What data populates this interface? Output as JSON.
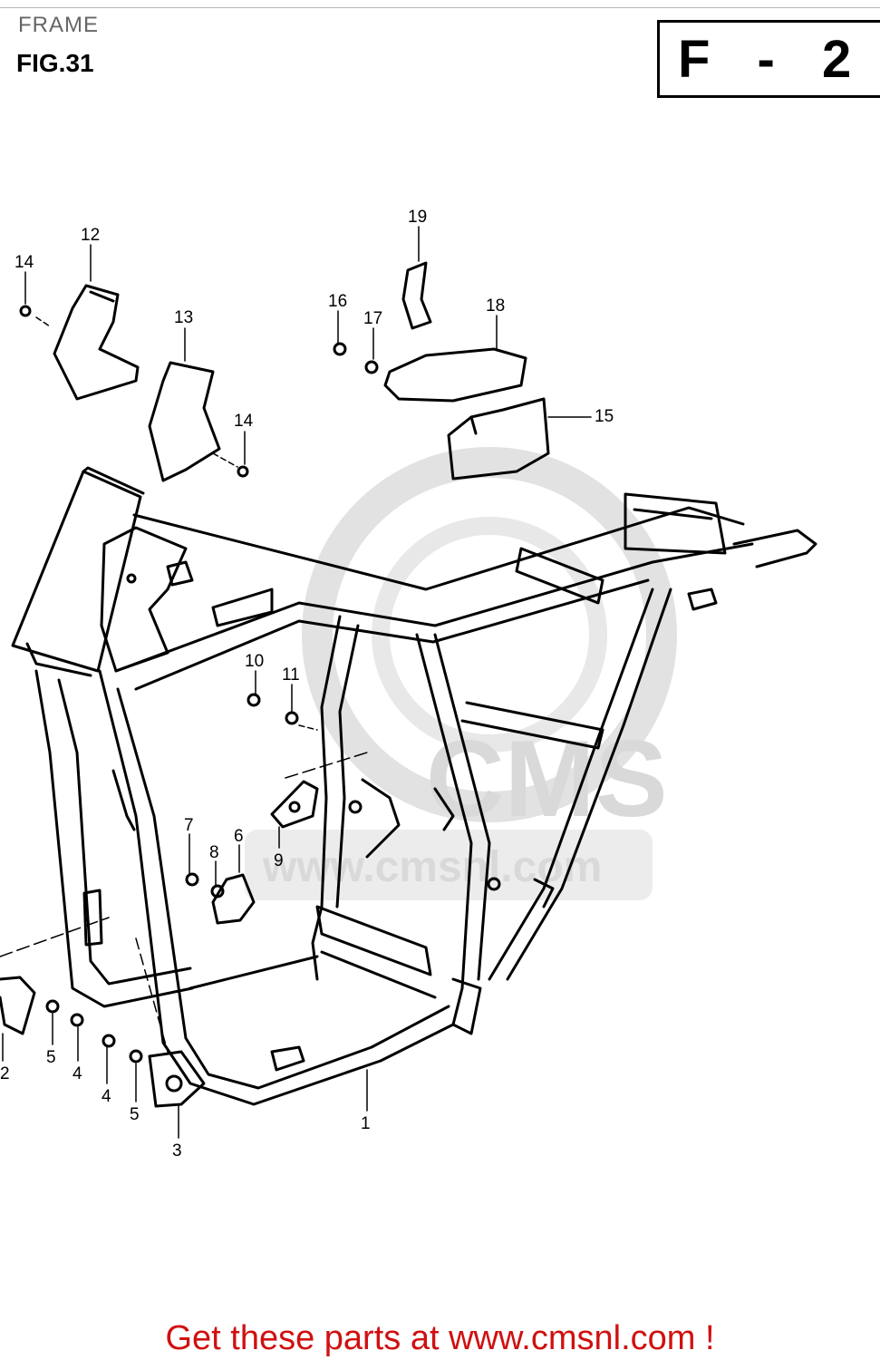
{
  "header": {
    "section_title": "FRAME",
    "figure_label": "FIG.31",
    "page_code": "F - 2"
  },
  "watermark": {
    "brand": "CMS",
    "url": "www.cmsnl.com"
  },
  "callouts": [
    "1",
    "2",
    "3",
    "4",
    "4",
    "5",
    "5",
    "6",
    "7",
    "8",
    "9",
    "10",
    "11",
    "12",
    "13",
    "14",
    "14",
    "15",
    "16",
    "17",
    "18",
    "19"
  ],
  "footer": {
    "cta": "Get these parts at www.cmsnl.com !"
  },
  "colors": {
    "line": "#000000",
    "watermark": "#d9d9d9",
    "cta": "#d01010"
  }
}
